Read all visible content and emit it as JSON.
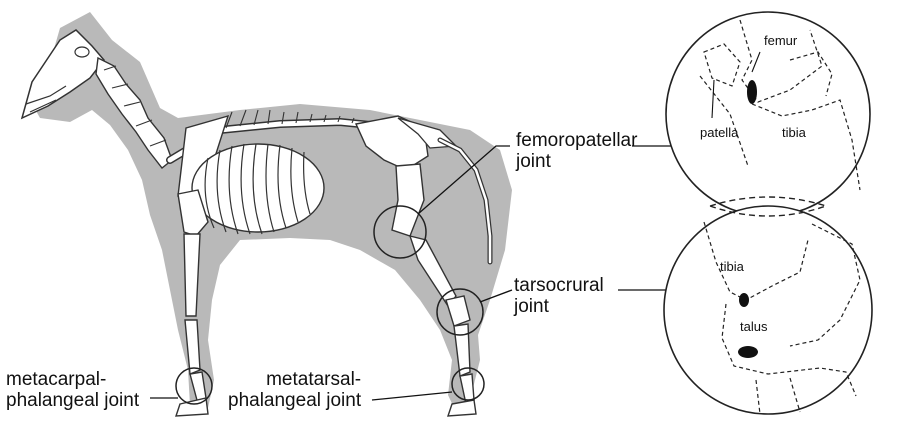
{
  "labels": {
    "femoropatellar": [
      "femoropatellar",
      "joint"
    ],
    "tarsocrural": [
      "tarsocrural",
      "joint"
    ],
    "metacarpal": [
      "metacarpal-",
      "phalangeal joint"
    ],
    "metatarsal": [
      "metatarsal-",
      "phalangeal joint"
    ]
  },
  "inset_top": {
    "femur": "femur",
    "patella": "patella",
    "tibia": "tibia"
  },
  "inset_bottom": {
    "tibia": "tibia",
    "talus": "talus"
  },
  "colors": {
    "shadow": "#b9b9b9",
    "bone": "#ffffff",
    "outline": "#333333",
    "line": "#111111"
  }
}
